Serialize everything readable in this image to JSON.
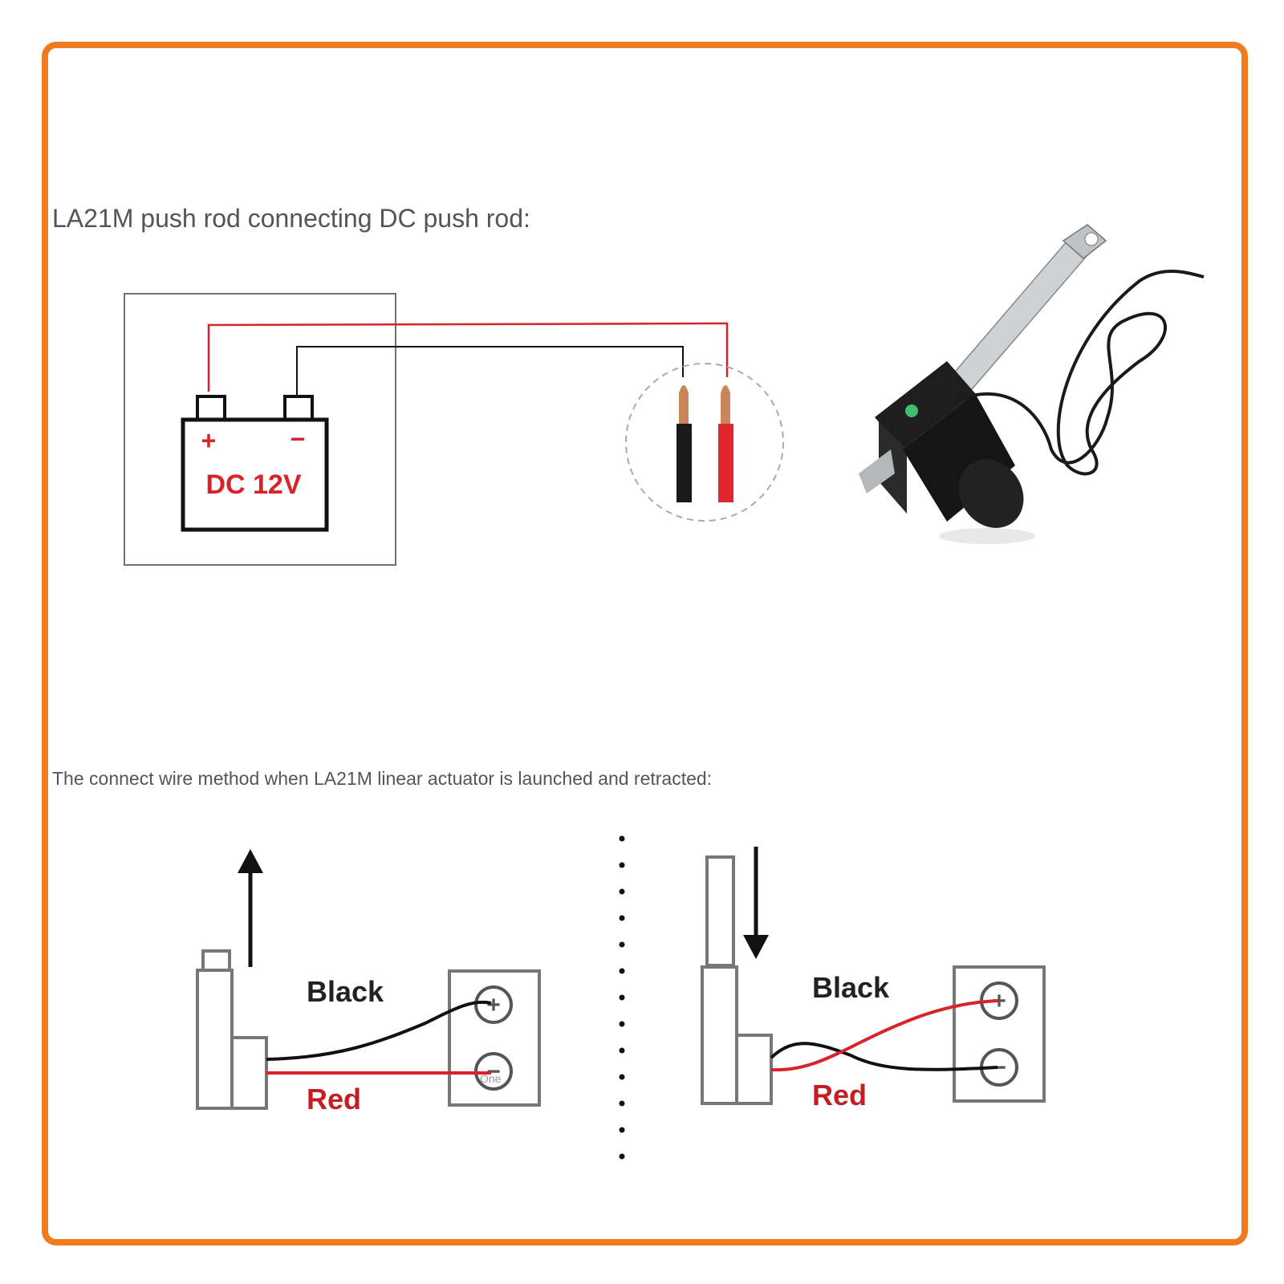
{
  "section1": {
    "heading": "LA21M push rod connecting DC push rod:"
  },
  "battery": {
    "voltage_label": "DC 12V",
    "plus_label": "+",
    "minus_label": "−"
  },
  "section2": {
    "heading": "The connect wire method when LA21M linear actuator is launched and retracted:"
  },
  "extend_diagram": {
    "black_label": "Black",
    "red_label": "Red",
    "plus_symbol": "+",
    "minus_symbol": "−",
    "watermark": "One"
  },
  "retract_diagram": {
    "black_label": "Black",
    "red_label": "Red",
    "plus_symbol": "+",
    "minus_symbol": "−"
  },
  "colors": {
    "frame": "#f07a1e",
    "red_wire": "#d8232a",
    "black_wire": "#111111",
    "heading_text": "#555555"
  }
}
